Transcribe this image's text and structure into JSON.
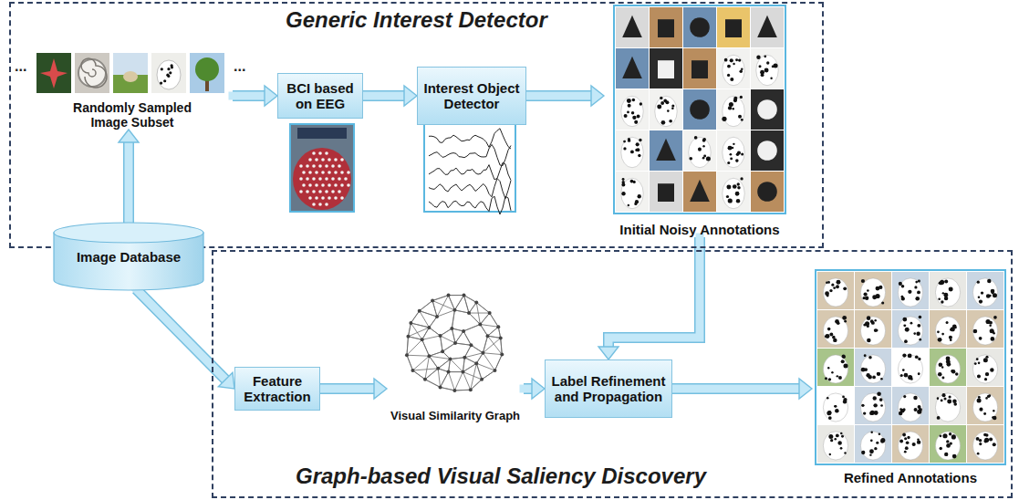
{
  "diagram": {
    "nodes": [
      {
        "text": [
          "Generic Interest Detector"
        ]
      },
      {
        "text": [
          "Randomly Sampled Image Subset"
        ],
        "in": 0
      },
      {
        "text": [
          "BCI based on EEG"
        ],
        "in": 0
      },
      {
        "text": [
          "Interest Object Detector"
        ],
        "in": 0
      },
      {
        "text": [
          "Initial Noisy Annotations"
        ],
        "in": 0
      },
      {
        "text": [
          "Image Database"
        ]
      },
      {
        "text": [
          "Graph-based Visual Saliency Discovery"
        ]
      },
      {
        "text": [
          "Feature Extraction"
        ],
        "in": 6
      },
      {
        "text": [
          "Visual Similarity Graph"
        ],
        "in": 6
      },
      {
        "text": [
          "Label Refinement and Propagation"
        ],
        "in": 6
      },
      {
        "text": [
          "Refined Annotations"
        ],
        "in": 6
      }
    ],
    "edges": [
      {
        "from": 1,
        "to": 2,
        "arrow": "to"
      },
      {
        "from": 2,
        "to": 3,
        "arrow": "to"
      },
      {
        "from": 3,
        "to": 4,
        "arrow": "to"
      },
      {
        "from": 5,
        "to": 1,
        "arrow": "to"
      },
      {
        "from": 5,
        "to": 7,
        "arrow": "to"
      },
      {
        "from": 7,
        "to": 8,
        "arrow": "to"
      },
      {
        "from": 8,
        "to": 9,
        "arrow": "to"
      },
      {
        "from": 4,
        "to": 9,
        "arrow": "to"
      },
      {
        "from": 9,
        "to": 10,
        "arrow": "to"
      }
    ],
    "labels": [
      "...",
      "..."
    ]
  }
}
